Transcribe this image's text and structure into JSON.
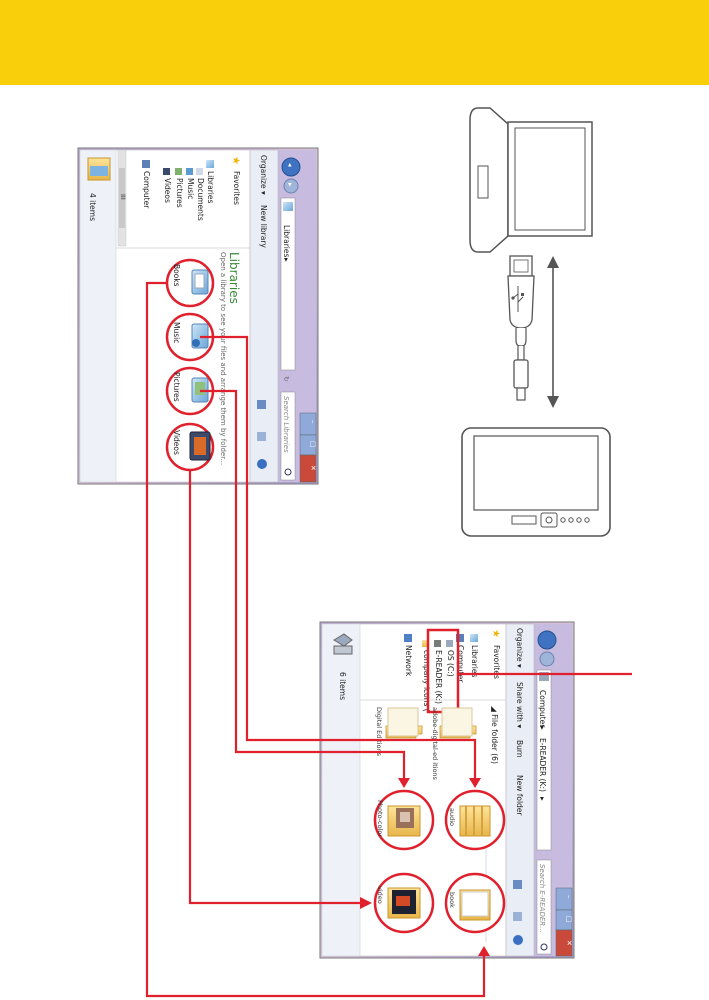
{
  "window1": {
    "back_arrow": "◂",
    "forward_arrow": "▸",
    "address": [
      "Libraries",
      "▸"
    ],
    "search_placeholder": "Search Libraries",
    "toolbar": [
      "Organize ▾",
      "New library"
    ],
    "nav": {
      "favorites": "Favorites",
      "libraries": "Libraries",
      "documents": "Documents",
      "music": "Music",
      "pictures": "Pictures",
      "videos": "Videos",
      "computer": "Computer"
    },
    "title": "Libraries",
    "subtitle": "Open a library to see your files and arrange them by folder...",
    "items": [
      "Books",
      "Music",
      "Pictures",
      "Videos"
    ],
    "status": "4 items",
    "scroll_grip": "III",
    "window_buttons": [
      "–",
      "□",
      "✕"
    ]
  },
  "window2": {
    "address": [
      "Computer",
      "▸",
      "E-READER (K:)",
      "▸"
    ],
    "search_placeholder": "Search E-READER...",
    "toolbar": [
      "Organize ▾",
      "Share with ▾",
      "Burn",
      "New folder"
    ],
    "nav": {
      "favorites": "Favorites",
      "libraries": "Libraries",
      "computer": "Computer",
      "os": "OS (C:)",
      "ereader": "E-READER (K:)",
      "company": "company icons (",
      "network": "Network"
    },
    "group_header": "◢ File folder (6)",
    "folders": [
      "adobe-digital-ed itions",
      "Digital Editions",
      "audio",
      "Photo-color",
      "book",
      "video"
    ],
    "status": "6 items",
    "window_buttons": [
      "–",
      "□",
      "✕"
    ]
  },
  "colors": {
    "header_band": "#f9cf0c",
    "connector": "#e0202c",
    "device_outline": "#555555"
  },
  "icons": [
    "folder-icon",
    "usb-cable-icon",
    "ereader-device-icon",
    "double-arrow-icon",
    "drive-icon",
    "network-icon",
    "star-icon",
    "library-icon"
  ]
}
